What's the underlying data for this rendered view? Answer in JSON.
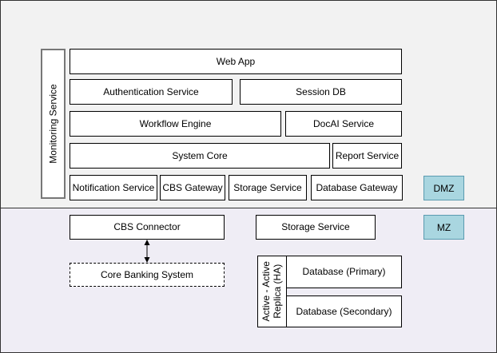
{
  "zones": {
    "dmz": {
      "label": "DMZ",
      "color": "#a9d6e0"
    },
    "mz": {
      "label": "MZ",
      "color": "#a9d6e0"
    }
  },
  "monitoring": {
    "label": "Monitoring Service"
  },
  "dmz_components": {
    "web_app": "Web App",
    "authentication_service": "Authentication Service",
    "session_db": "Session DB",
    "workflow_engine": "Workflow Engine",
    "docai_service": "DocAI Service",
    "system_core": "System Core",
    "report_service": "Report Service",
    "notification_service": "Notification Service",
    "cbs_gateway": "CBS Gateway",
    "storage_service": "Storage Service",
    "database_gateway": "Database Gateway"
  },
  "mz_components": {
    "cbs_connector": "CBS Connector",
    "core_banking_system": "Core Banking System",
    "storage_service": "Storage Service",
    "ha_group": {
      "line1": "Active - Active",
      "line2": "Replica  (HA)"
    },
    "database_primary": "Database (Primary)",
    "database_secondary": "Database (Secondary)"
  },
  "connections": [
    {
      "from": "CBS Connector",
      "to": "Core Banking System",
      "style": "bidirectional-arrow"
    }
  ]
}
